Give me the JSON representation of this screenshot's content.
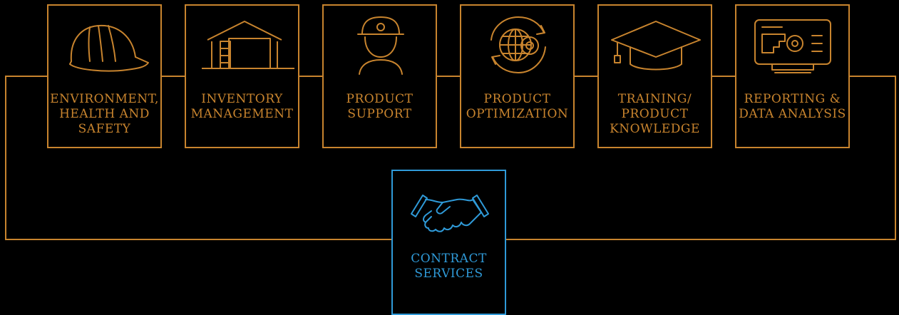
{
  "colors": {
    "orange": "#c8842e",
    "blue": "#2f9ad8",
    "background": "#000000"
  },
  "services": [
    {
      "label": "ENVIRONMENT,\nHEALTH AND\nSAFETY",
      "icon": "hard-hat-icon"
    },
    {
      "label": "INVENTORY\nMANAGEMENT",
      "icon": "warehouse-icon"
    },
    {
      "label": "PRODUCT\nSUPPORT",
      "icon": "worker-icon"
    },
    {
      "label": "PRODUCT\nOPTIMIZATION",
      "icon": "globe-gear-cycle-icon"
    },
    {
      "label": "TRAINING/\nPRODUCT\nKNOWLEDGE",
      "icon": "graduation-cap-icon"
    },
    {
      "label": "REPORTING &\nDATA ANALYSIS",
      "icon": "monitor-dashboard-icon"
    }
  ],
  "center": {
    "label": "CONTRACT\nSERVICES",
    "icon": "handshake-icon"
  }
}
